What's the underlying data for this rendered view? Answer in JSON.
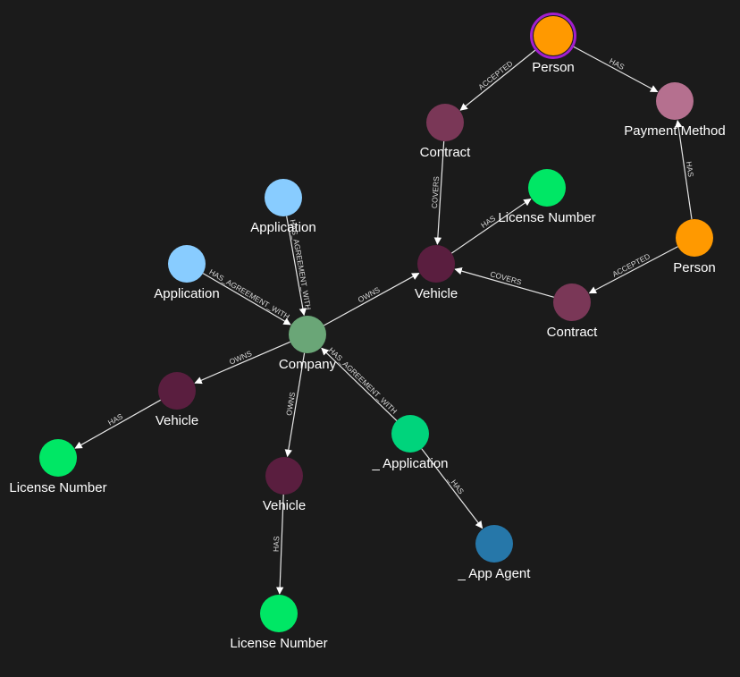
{
  "graph": {
    "nodes": [
      {
        "id": "person_top",
        "label": "Person",
        "color": "#ff9900",
        "ring": "#a21fcf",
        "icon": "node-circle"
      },
      {
        "id": "payment",
        "label": "Payment Method",
        "color": "#b5708f",
        "icon": "node-circle"
      },
      {
        "id": "contract_top",
        "label": "Contract",
        "color": "#7a3757",
        "icon": "node-circle"
      },
      {
        "id": "license_top",
        "label": "License Number",
        "color": "#00e765",
        "icon": "node-circle"
      },
      {
        "id": "person_right",
        "label": "Person",
        "color": "#ff9900",
        "icon": "node-circle"
      },
      {
        "id": "app_top",
        "label": "Application",
        "color": "#88ccff",
        "icon": "node-circle"
      },
      {
        "id": "app_left",
        "label": "Application",
        "color": "#88ccff",
        "icon": "node-circle"
      },
      {
        "id": "vehicle_center",
        "label": "Vehicle",
        "color": "#5a1e3f",
        "icon": "node-circle"
      },
      {
        "id": "contract_right",
        "label": "Contract",
        "color": "#7a3757",
        "icon": "node-circle"
      },
      {
        "id": "company",
        "label": "Company",
        "color": "#6aa677",
        "icon": "node-circle"
      },
      {
        "id": "vehicle_left",
        "label": "Vehicle",
        "color": "#5a1e3f",
        "icon": "node-circle"
      },
      {
        "id": "license_left",
        "label": "License Number",
        "color": "#00e765",
        "icon": "node-circle"
      },
      {
        "id": "app_under",
        "label": "_ Application",
        "color": "#00d47c",
        "icon": "node-circle"
      },
      {
        "id": "vehicle_bottom",
        "label": "Vehicle",
        "color": "#5a1e3f",
        "icon": "node-circle"
      },
      {
        "id": "agent",
        "label": "_ App Agent",
        "color": "#2677a9",
        "icon": "node-circle"
      },
      {
        "id": "license_bottom",
        "label": "License Number",
        "color": "#00e765",
        "icon": "node-circle"
      }
    ],
    "edges": [
      {
        "from": "person_top",
        "to": "contract_top",
        "label": "ACCEPTED"
      },
      {
        "from": "person_top",
        "to": "payment",
        "label": "HAS"
      },
      {
        "from": "person_right",
        "to": "payment",
        "label": "HAS"
      },
      {
        "from": "contract_top",
        "to": "vehicle_center",
        "label": "COVERS"
      },
      {
        "from": "vehicle_center",
        "to": "license_top",
        "label": "HAS"
      },
      {
        "from": "person_right",
        "to": "contract_right",
        "label": "ACCEPTED"
      },
      {
        "from": "contract_right",
        "to": "vehicle_center",
        "label": "COVERS"
      },
      {
        "from": "company",
        "to": "vehicle_center",
        "label": "OWNS"
      },
      {
        "from": "app_top",
        "to": "company",
        "label": "HAS_AGREEMENT_WITH"
      },
      {
        "from": "app_left",
        "to": "company",
        "label": "HAS_AGREEMENT_WITH"
      },
      {
        "from": "app_under",
        "to": "company",
        "label": "HAS_AGREEMENT_WITH"
      },
      {
        "from": "company",
        "to": "vehicle_left",
        "label": "OWNS"
      },
      {
        "from": "company",
        "to": "vehicle_bottom",
        "label": "OWNS"
      },
      {
        "from": "vehicle_left",
        "to": "license_left",
        "label": "HAS"
      },
      {
        "from": "vehicle_bottom",
        "to": "license_bottom",
        "label": "HAS"
      },
      {
        "from": "app_under",
        "to": "agent",
        "label": "_HAS"
      }
    ]
  }
}
